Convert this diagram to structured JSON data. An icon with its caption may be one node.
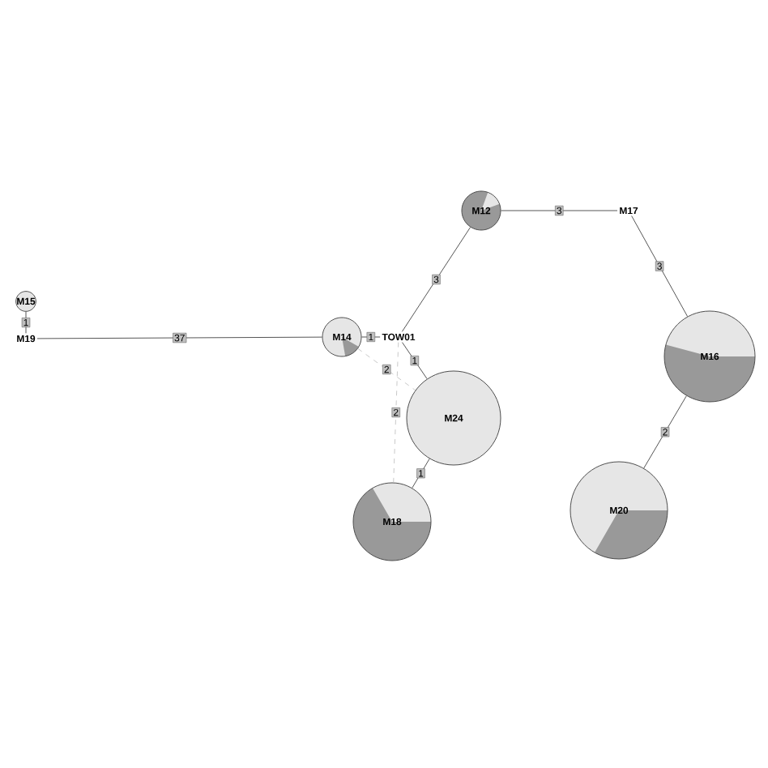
{
  "diagram": {
    "nodes": [
      {
        "text": [
          "M15"
        ]
      },
      {
        "text": [
          "M19"
        ]
      },
      {
        "text": [
          "M14"
        ]
      },
      {
        "text": [
          "TOW01"
        ]
      },
      {
        "text": [
          "M12"
        ]
      },
      {
        "text": [
          "M17"
        ]
      },
      {
        "text": [
          "M16"
        ]
      },
      {
        "text": [
          "M24"
        ]
      },
      {
        "text": [
          "M18"
        ]
      },
      {
        "text": [
          "M20"
        ]
      }
    ],
    "edges": [
      {
        "from": 0,
        "to": 1,
        "arrow": "none",
        "label": "1"
      },
      {
        "from": 1,
        "to": 2,
        "arrow": "none",
        "label": "37"
      },
      {
        "from": 2,
        "to": 3,
        "arrow": "none",
        "label": "1"
      },
      {
        "from": 3,
        "to": 4,
        "arrow": "none",
        "label": "3"
      },
      {
        "from": 4,
        "to": 5,
        "arrow": "none",
        "label": "3"
      },
      {
        "from": 5,
        "to": 6,
        "arrow": "none",
        "label": "3"
      },
      {
        "from": 6,
        "to": 9,
        "arrow": "none",
        "label": "2"
      },
      {
        "from": 3,
        "to": 7,
        "arrow": "none",
        "label": "1"
      },
      {
        "from": 7,
        "to": 8,
        "arrow": "none",
        "label": "1"
      },
      {
        "from": 2,
        "to": 7,
        "arrow": "none",
        "label": "2",
        "style": "dashed",
        "color": "#bbbbbb"
      },
      {
        "from": 3,
        "to": 8,
        "arrow": "none",
        "label": "2",
        "style": "dashed",
        "color": "#bbbbbb"
      }
    ]
  }
}
